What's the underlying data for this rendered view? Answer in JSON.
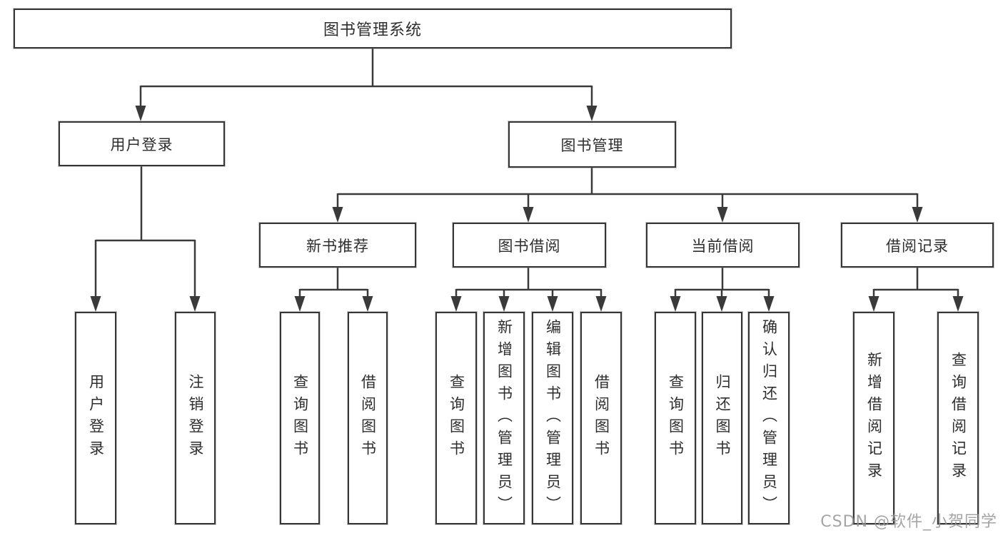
{
  "colors": {
    "background": "#ffffff",
    "box_border": "#363636",
    "line": "#3a3a3a",
    "text": "#2e2e2e",
    "watermark": "#949494"
  },
  "tree": {
    "root": {
      "label": "图书管理系统",
      "children": [
        {
          "label": "用户登录",
          "children": [
            {
              "label": "用户登录"
            },
            {
              "label": "注销登录"
            }
          ]
        },
        {
          "label": "图书管理",
          "children": [
            {
              "label": "新书推荐",
              "children": [
                {
                  "label": "查询图书"
                },
                {
                  "label": "借阅图书"
                }
              ]
            },
            {
              "label": "图书借阅",
              "children": [
                {
                  "label": "查询图书"
                },
                {
                  "label": "新增图书（管理员）"
                },
                {
                  "label": "编辑图书（管理员）"
                },
                {
                  "label": "借阅图书"
                }
              ]
            },
            {
              "label": "当前借阅",
              "children": [
                {
                  "label": "查询图书"
                },
                {
                  "label": "归还图书"
                },
                {
                  "label": "确认归还（管理员）"
                }
              ]
            },
            {
              "label": "借阅记录",
              "children": [
                {
                  "label": "新增借阅记录"
                },
                {
                  "label": "查询借阅记录"
                }
              ]
            }
          ]
        }
      ]
    }
  },
  "watermark": {
    "text": "CSDN @软件_小贺同学"
  }
}
